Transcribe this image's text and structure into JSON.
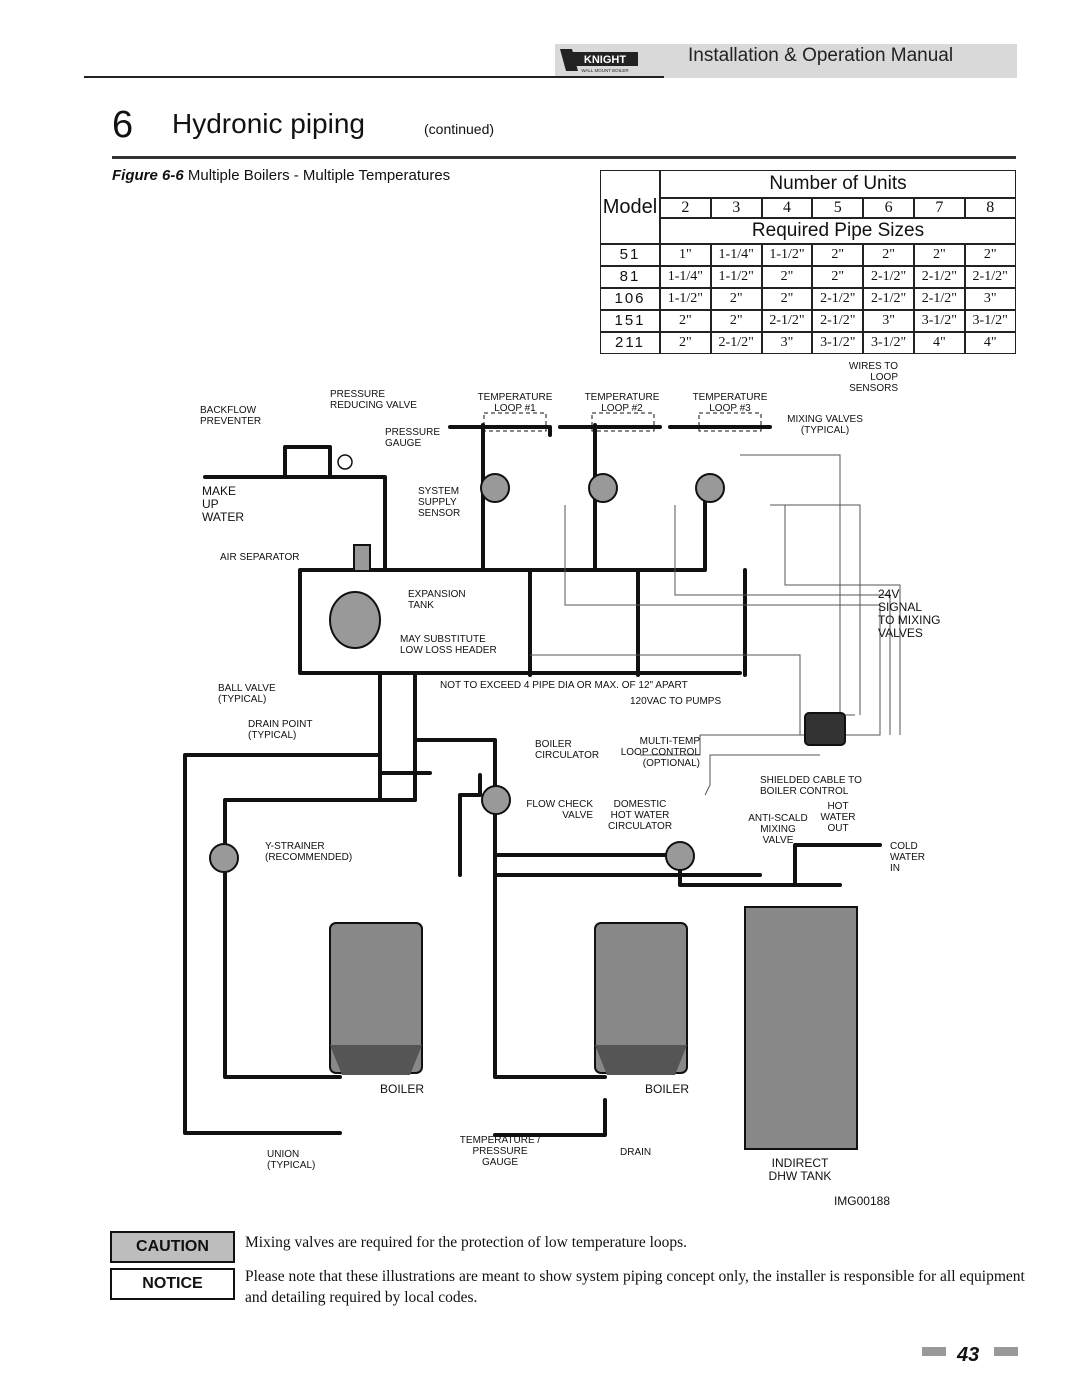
{
  "header": {
    "manual_title": "Installation & Operation Manual",
    "logo_text": "KNIGHT",
    "logo_subtext": "WALL MOUNT BOILER"
  },
  "chapter": {
    "number": "6",
    "title": "Hydronic piping",
    "continued": "(continued)"
  },
  "figure": {
    "label": "Figure 6-6",
    "caption": "Multiple Boilers - Multiple Temperatures"
  },
  "pipe_table": {
    "group_header": "Number of Units",
    "model_label": "Model",
    "units": [
      "2",
      "3",
      "4",
      "5",
      "6",
      "7",
      "8"
    ],
    "sub_header": "Required Pipe Sizes",
    "rows": [
      {
        "model": "51",
        "sizes": [
          "1\"",
          "1-1/4\"",
          "1-1/2\"",
          "2\"",
          "2\"",
          "2\"",
          "2\""
        ]
      },
      {
        "model": "81",
        "sizes": [
          "1-1/4\"",
          "1-1/2\"",
          "2\"",
          "2\"",
          "2-1/2\"",
          "2-1/2\"",
          "2-1/2\""
        ]
      },
      {
        "model": "106",
        "sizes": [
          "1-1/2\"",
          "2\"",
          "2\"",
          "2-1/2\"",
          "2-1/2\"",
          "2-1/2\"",
          "3\""
        ]
      },
      {
        "model": "151",
        "sizes": [
          "2\"",
          "2\"",
          "2-1/2\"",
          "2-1/2\"",
          "3\"",
          "3-1/2\"",
          "3-1/2\""
        ]
      },
      {
        "model": "211",
        "sizes": [
          "2\"",
          "2-1/2\"",
          "3\"",
          "3-1/2\"",
          "3-1/2\"",
          "4\"",
          "4\""
        ]
      }
    ]
  },
  "diagram": {
    "labels": {
      "backflow": [
        "BACKFLOW",
        "PREVENTER"
      ],
      "prv": [
        "PRESSURE",
        "REDUCING VALVE"
      ],
      "pgauge": [
        "PRESSURE",
        "GAUGE"
      ],
      "makeup": [
        "MAKE",
        "UP",
        "WATER"
      ],
      "sss": [
        "SYSTEM",
        "SUPPLY",
        "SENSOR"
      ],
      "airsep": [
        "AIR SEPARATOR"
      ],
      "exptank": [
        "EXPANSION",
        "TANK"
      ],
      "llh": [
        "MAY SUBSTITUTE",
        "LOW LOSS HEADER"
      ],
      "ballvalve": [
        "BALL VALVE",
        "(TYPICAL)"
      ],
      "notexceed": [
        "NOT TO EXCEED 4  PIPE DIA OR MAX. OF 12\" APART"
      ],
      "drainpt": [
        "DRAIN POINT",
        "(TYPICAL)"
      ],
      "ystrainer": [
        "Y-STRAINER",
        "(RECOMMENDED)"
      ],
      "union": [
        "UNION",
        "(TYPICAL)"
      ],
      "tloop1": [
        "TEMPERATURE",
        "LOOP #1"
      ],
      "tloop2": [
        "TEMPERATURE",
        "LOOP #2"
      ],
      "tloop3": [
        "TEMPERATURE",
        "LOOP #3"
      ],
      "wires": [
        "WIRES TO",
        "LOOP",
        "SENSORS"
      ],
      "mixvalves": [
        "MIXING VALVES",
        "(TYPICAL)"
      ],
      "signal": [
        "24V",
        "SIGNAL",
        "TO MIXING",
        "VALVES"
      ],
      "pumps120": [
        "120VAC TO PUMPS"
      ],
      "boilercirc": [
        "BOILER",
        "CIRCULATOR"
      ],
      "multitemp": [
        "MULTI-TEMP",
        "LOOP CONTROL",
        "(OPTIONAL)"
      ],
      "shielded": [
        "SHIELDED CABLE TO",
        "BOILER CONTROL"
      ],
      "flowcheck": [
        "FLOW CHECK",
        "VALVE"
      ],
      "dhwcirc": [
        "DOMESTIC",
        "HOT WATER",
        "CIRCULATOR"
      ],
      "antiscald": [
        "ANTI-SCALD",
        "MIXING",
        "VALVE"
      ],
      "hotout": [
        "HOT",
        "WATER",
        "OUT"
      ],
      "coldin": [
        "COLD",
        "WATER",
        "IN"
      ],
      "boiler1": [
        "BOILER"
      ],
      "boiler2": [
        "BOILER"
      ],
      "tpgauge": [
        "TEMPERATURE /",
        "PRESSURE",
        "GAUGE"
      ],
      "drain": [
        "DRAIN"
      ],
      "dhwtank": [
        "INDIRECT",
        "DHW TANK"
      ],
      "imgid": [
        "IMG00188"
      ]
    }
  },
  "caution": {
    "label": "CAUTION",
    "text": "Mixing valves are required for the protection of low temperature loops."
  },
  "notice": {
    "label": "NOTICE",
    "text": "Please note that these illustrations are meant to show system piping concept only, the installer is responsible for all equipment and detailing required by local codes."
  },
  "footer": {
    "page_number": "43"
  }
}
